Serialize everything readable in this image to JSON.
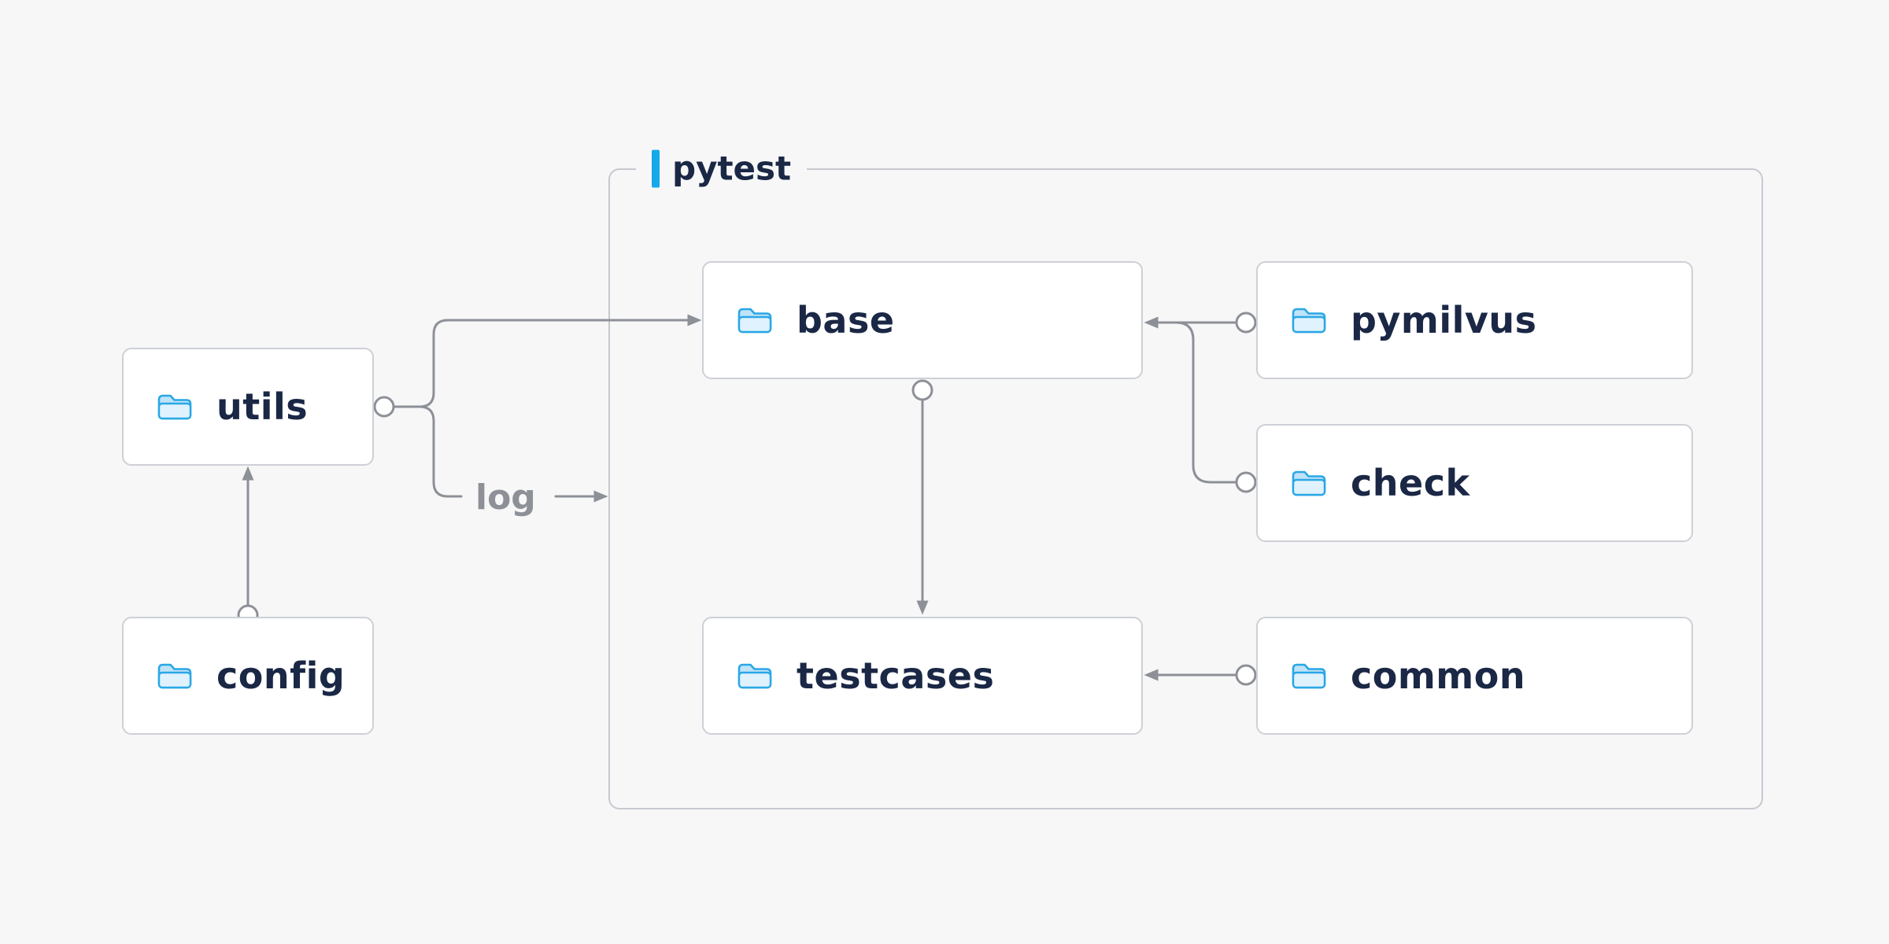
{
  "diagram": {
    "container": {
      "label": "pytest"
    },
    "nodes": {
      "utils": {
        "label": "utils"
      },
      "config": {
        "label": "config"
      },
      "base": {
        "label": "base"
      },
      "pymilvus": {
        "label": "pymilvus"
      },
      "check": {
        "label": "check"
      },
      "testcases": {
        "label": "testcases"
      },
      "common": {
        "label": "common"
      }
    },
    "edge_labels": {
      "log": "log"
    },
    "edges": [
      {
        "from": "config",
        "to": "utils",
        "type": "arrow"
      },
      {
        "from": "utils",
        "to": "base",
        "type": "arrow"
      },
      {
        "from": "utils",
        "to": "pytest-container",
        "type": "arrow",
        "label": "log"
      },
      {
        "from": "pymilvus",
        "to": "base",
        "type": "arrow"
      },
      {
        "from": "check",
        "to": "base",
        "type": "arrow-merge"
      },
      {
        "from": "base",
        "to": "testcases",
        "type": "arrow"
      },
      {
        "from": "common",
        "to": "testcases",
        "type": "arrow"
      }
    ],
    "colors": {
      "accent": "#14a9e8",
      "folder_stroke": "#2aa7e6",
      "folder_fill_back": "#bfe3f8",
      "folder_fill_front": "#dff2fd",
      "line": "#8d9097",
      "text": "#1a2745",
      "box_background": "#ffffff",
      "box_border": "#cdd0d6",
      "background": "#f7f7f8"
    }
  }
}
